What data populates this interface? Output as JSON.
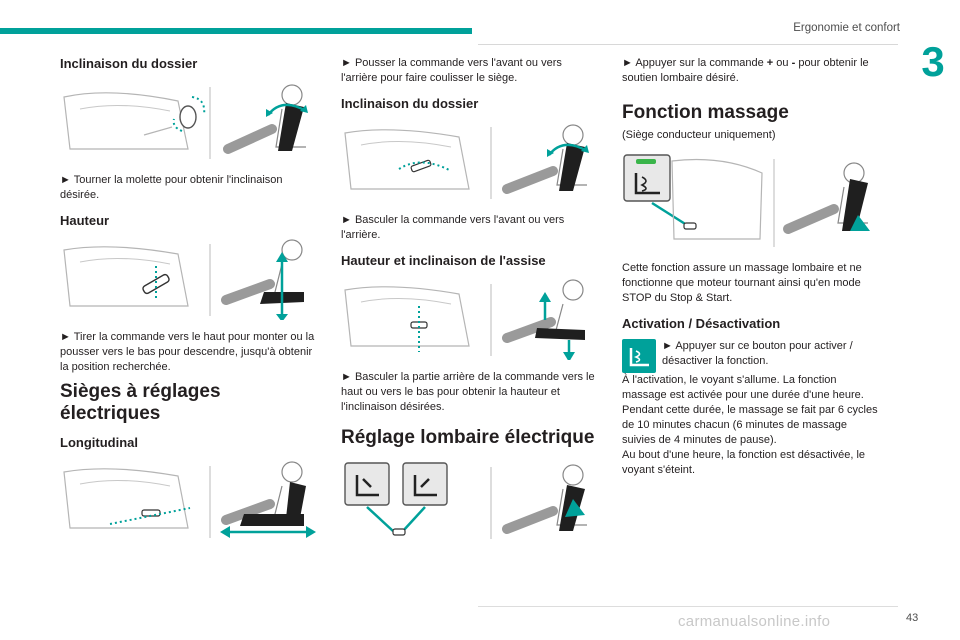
{
  "header": {
    "section_title": "Ergonomie et confort",
    "chapter_number": "3",
    "page_number": "43",
    "watermark": "carmanualsonline.info"
  },
  "col1": {
    "h_incl": "Inclinaison du dossier",
    "p_incl": "► Tourner la molette pour obtenir l'inclinaison désirée.",
    "h_haut": "Hauteur",
    "p_haut": "► Tirer la commande vers le haut pour monter ou la pousser vers le bas pour descendre, jusqu'à obtenir la position recherchée.",
    "h_elec": "Sièges à réglages électriques",
    "h_long": "Longitudinal"
  },
  "col2": {
    "p_long": "► Pousser la commande vers l'avant ou vers l'arrière pour faire coulisser le siège.",
    "h_incl": "Inclinaison du dossier",
    "p_incl": "► Basculer la commande vers l'avant ou vers l'arrière.",
    "h_assise": "Hauteur et inclinaison de l'assise",
    "p_assise": "► Basculer la partie arrière de la commande vers le haut ou vers le bas pour obtenir la hauteur et l'inclinaison désirées.",
    "h_lomb": "Réglage lombaire électrique"
  },
  "col3": {
    "p_lomb_a": "► Appuyer sur la commande ",
    "p_lomb_plus": "+",
    "p_lomb_b": " ou ",
    "p_lomb_minus": "-",
    "p_lomb_c": " pour obtenir le soutien lombaire désiré.",
    "h_massage": "Fonction massage",
    "p_driver": "(Siège conducteur uniquement)",
    "p_desc": "Cette fonction assure un massage lombaire et ne fonctionne que moteur tournant ainsi qu'en mode STOP du Stop & Start.",
    "h_activation": "Activation / Désactivation",
    "p_activ_note": "► Appuyer sur ce bouton pour activer / désactiver la fonction.",
    "p_activ_1": "À l'activation, le voyant s'allume. La fonction massage est activée pour une durée d'une heure.",
    "p_activ_2": "Pendant cette durée, le massage se fait par 6 cycles de 10 minutes chacun (6 minutes de massage suivies de 4 minutes de pause).",
    "p_activ_3": "Au bout d'une heure, la fonction est désactivée, le voyant s'éteint."
  },
  "colors": {
    "accent": "#00a19a",
    "text": "#231f20",
    "illustration": "#9a9a9a"
  }
}
